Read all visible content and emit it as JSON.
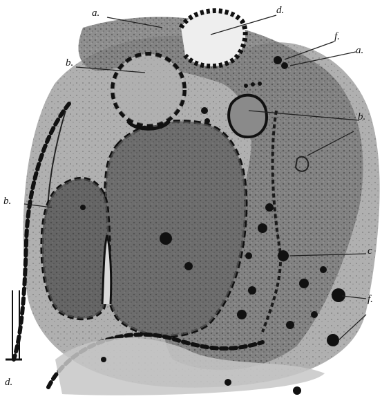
{
  "figure": {
    "labels": [
      {
        "id": "a-top",
        "text": "a."
      },
      {
        "id": "d-top",
        "text": "d."
      },
      {
        "id": "f-top",
        "text": "f."
      },
      {
        "id": "a-right",
        "text": "a."
      },
      {
        "id": "b-top-left",
        "text": "b."
      },
      {
        "id": "b-right",
        "text": "b."
      },
      {
        "id": "b-left",
        "text": "b."
      },
      {
        "id": "c-right",
        "text": "c"
      },
      {
        "id": "f-bottom",
        "text": "f."
      },
      {
        "id": "d-bottom",
        "text": "d."
      }
    ]
  }
}
